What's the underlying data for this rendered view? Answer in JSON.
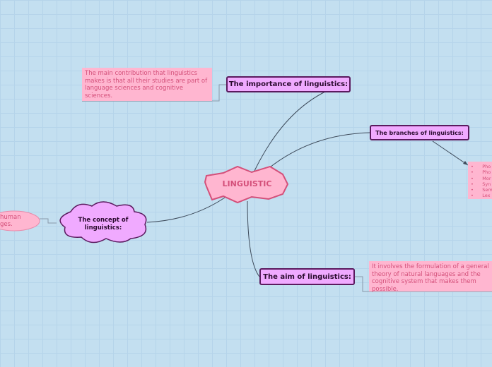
{
  "central": {
    "label": "LINGUISTIC"
  },
  "topics": {
    "importance": {
      "label": "The importance of linguistics:",
      "note": "The main contribution that linguistics makes is that all their studies are part of language sciences and cognitive sciences."
    },
    "branches": {
      "label": "The branches of linguistics:",
      "items": [
        "Pho",
        "Pho",
        "Mor",
        "Syn",
        "Sem",
        "Lex"
      ]
    },
    "concept": {
      "label": "The concept of linguistics:",
      "note_lines": [
        "human",
        "ges."
      ]
    },
    "aim": {
      "label": "The aim of linguistics:",
      "note": "It involves the formulation of a general theory of natural languages and the cognitive system that makes them possible."
    }
  },
  "colors": {
    "topic_fill": "#f0aaff",
    "note_fill": "#ffb6d0",
    "central_fill": "#ffb6d0",
    "central_text": "#d4507a"
  }
}
